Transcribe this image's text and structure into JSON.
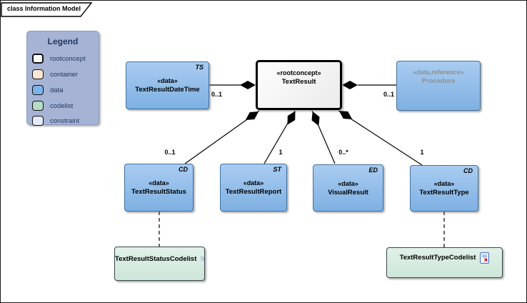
{
  "frame": {
    "tab_label": "class Information Model"
  },
  "legend": {
    "title": "Legend",
    "items": [
      {
        "label": "rootconcept",
        "swatch": "#ffffff"
      },
      {
        "label": "container",
        "swatch": "#fbe5d6"
      },
      {
        "label": "data",
        "swatch": "#7db4ea"
      },
      {
        "label": "codelist",
        "swatch": "#b5ddc5"
      },
      {
        "label": "constraint",
        "swatch": "#e7eafa"
      }
    ]
  },
  "nodes": {
    "textresult": {
      "stereotype": "«rootconcept»",
      "name": "TextResult"
    },
    "datetime": {
      "stereotype": "«data»",
      "name": "TextResultDateTime",
      "type_label": "TS",
      "multiplicity": "0..1"
    },
    "procedure": {
      "stereotype": "«data,reference»",
      "name": "Procedure",
      "multiplicity": "0..1"
    },
    "status": {
      "stereotype": "«data»",
      "name": "TextResultStatus",
      "type_label": "CD",
      "multiplicity": "0..1"
    },
    "report": {
      "stereotype": "«data»",
      "name": "TextResultReport",
      "type_label": "ST",
      "multiplicity": "1"
    },
    "visual": {
      "stereotype": "«data»",
      "name": "VisualResult",
      "type_label": "ED",
      "multiplicity": "0..*"
    },
    "type": {
      "stereotype": "«data»",
      "name": "TextResultType",
      "type_label": "CD",
      "multiplicity": "1"
    },
    "status_codelist": {
      "name": "TextResultStatusCodelist"
    },
    "type_codelist": {
      "name": "TextResultTypeCodelist"
    }
  },
  "colors": {
    "data_fill_top": "#a9ccf1",
    "data_fill_bottom": "#7fb0e2",
    "data_border": "#41719c",
    "rootconcept_border": "#000000",
    "codelist_fill": "#d9eee3",
    "legend_background": "#a6b3d4",
    "legend_text": "#1f3864",
    "reference_text": "#8f8f8f",
    "connector": "#000000"
  }
}
